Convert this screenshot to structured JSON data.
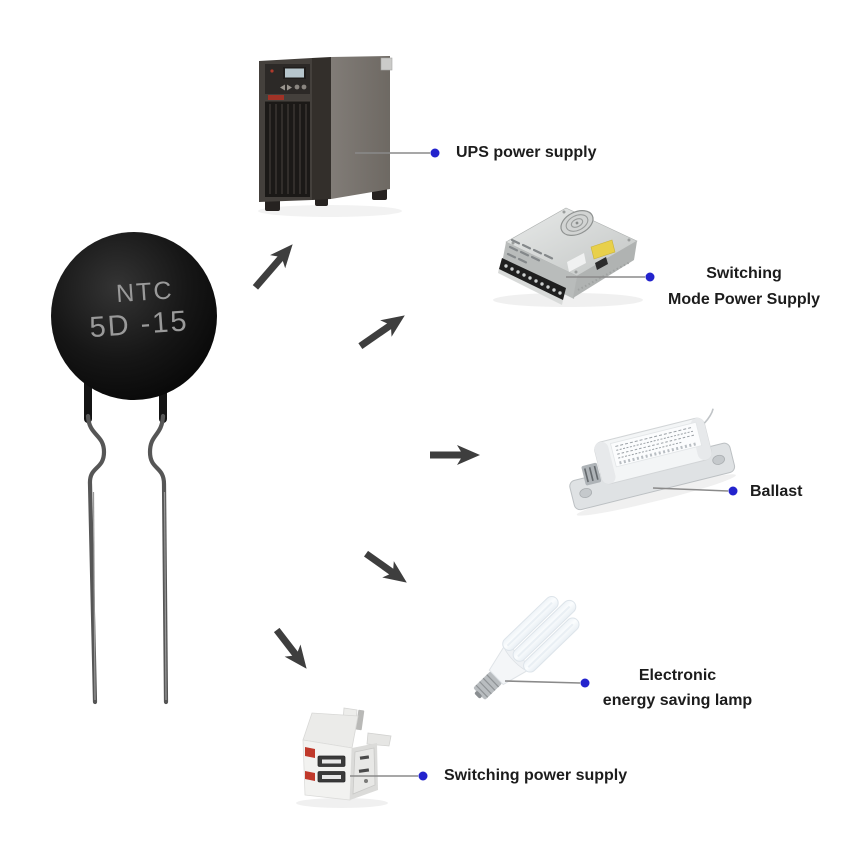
{
  "page": {
    "background": "#ffffff",
    "arrow_color": "#3e3e3e",
    "connector_line_color": "#8a8a8a",
    "connector_dot_color": "#2323cd",
    "label_color": "#1c1c1c"
  },
  "thermistor": {
    "marking_line1": "NTC",
    "marking_line2": "5D -15",
    "body_color": "#121212",
    "marking_color": "#9a9a9a"
  },
  "labels": {
    "ups": "UPS power supply",
    "smps_line1": "Switching",
    "smps_line2": "Mode Power Supply",
    "ballast": "Ballast",
    "lamp_line1": "Electronic",
    "lamp_line2": "energy saving lamp",
    "plug": "Switching power supply"
  }
}
